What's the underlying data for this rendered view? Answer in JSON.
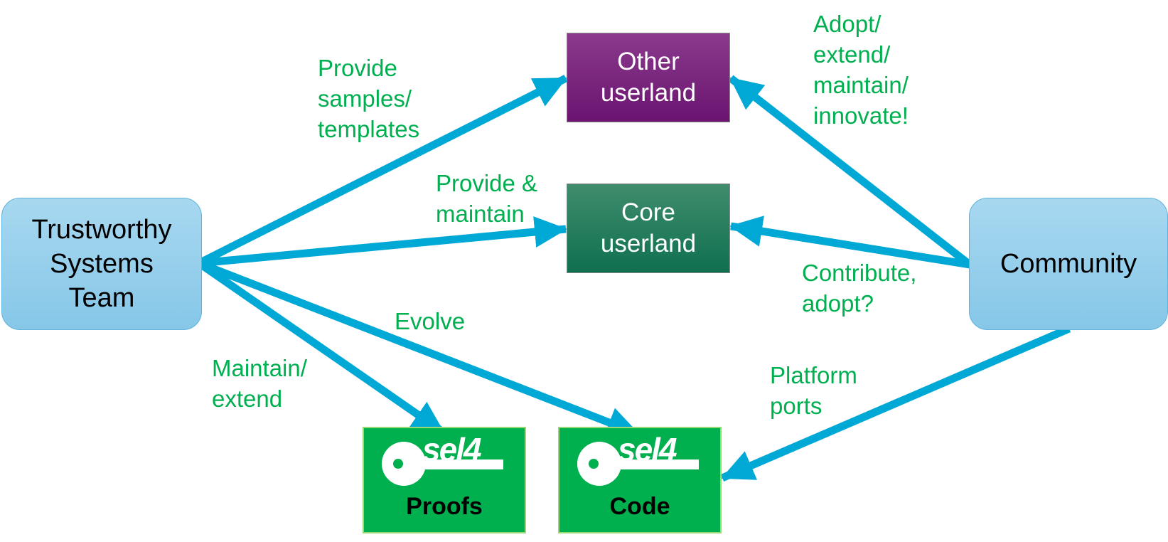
{
  "nodes": {
    "tst": "Trustworthy\nSystems\nTeam",
    "community": "Community",
    "other": "Other\nuserland",
    "core": "Core\nuserland",
    "proofs": {
      "logo_text": "sel4",
      "caption": "Proofs"
    },
    "code": {
      "logo_text": "sel4",
      "caption": "Code"
    }
  },
  "edge_labels": {
    "samples": "Provide\nsamples/\ntemplates",
    "provide_maintain": "Provide &\nmaintain",
    "evolve": "Evolve",
    "maintain_extend": "Maintain/\nextend",
    "adopt_extend": "Adopt/\nextend/\nmaintain/\ninnovate!",
    "contribute": "Contribute,\nadopt?",
    "platform": "Platform\nports"
  },
  "colors": {
    "arrow": "#00a8d6",
    "label": "#00b050",
    "sel4_box": "#00b04f",
    "other_userland": "#6a1470",
    "core_userland": "#0f7050",
    "actor": "#8ccbea"
  }
}
